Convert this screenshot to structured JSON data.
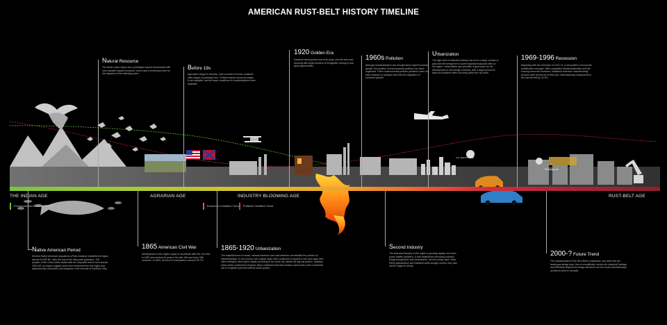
{
  "title": "AMERICAN RUST-BELT HISTORY TIMELINE",
  "ages": {
    "indian": "THE INDIAN AGE",
    "agrarian": "AGRARIAN AGE",
    "industry": "INDUSTRY BLOOMING AGE",
    "rustbelt": "RUST-BELT AGE"
  },
  "legend": {
    "environmental": "Environmental Condition Trend",
    "economic": "Economic Condition Trend",
    "political": "Political Condition Trend"
  },
  "labels": {
    "us_steel": "U.S. Steel Products",
    "westinghouse": "Westinghouse"
  },
  "colors": {
    "band_start": "#7cc43a",
    "band_mid": "#f0a02e",
    "band_end": "#8c1f2e",
    "trend_red": "#c0283a",
    "trend_green": "#5fbf3a"
  },
  "annotations": {
    "natural_resource": {
      "head_initial": "N",
      "head_rest": "atural Resource",
      "desc": "The Great Lakes region has a privileged natural environment with very valuable natural resources, and is also a necessary route for the migration of the following years."
    },
    "before_19s": {
      "head_initial": "B",
      "head_rest": "efore 19s",
      "desc": "Agriculture began to develop, and a number of small, scattered cities began to gradually form. Pristine natural resources began to be exploited, and the basic conditions for industrialization were available."
    },
    "golden_era": {
      "year": "1920",
      "name": " Golden Era",
      "desc": "Industrial development was at its peak, and the area was booming with large numbers of immigrants moving in and good opportunities."
    },
    "pollution": {
      "year": "1960s",
      "name": " Pollution",
      "desc": "Although industrialization has brought about rapid economic growth, the problem of environmental pollution has been neglected. These environmental pollution problems have not been repaired or changed well with the stagnation of economic growth."
    },
    "urbanization": {
      "head_initial": "U",
      "head_rest": "rbanization",
      "desc": "The high level of industrial industry has led to a large number of jobs and the emergence of some important industrial cities in the region. Urbanization also provides a good basis for the development of new design methods, with a large amount of data accumulation often occurring within the city limits."
    },
    "recession": {
      "year": "1969-1996",
      "name": " Recession",
      "desc": "Beginning with the recession of 1970-71, a new pattern of economic stratification emerged. With competitive deindustrialization and the ensuing economic downturn, traditional American manufacturing workers were forced out of their jobs. Manufacturing employment in the rust-belt fell by 32.9%."
    },
    "native_american": {
      "head_initial": "N",
      "head_rest": "ative American Period",
      "desc": "Several Native American populations (Paleo-indians) inhabited the region around 10,000 BC, after the end of the Wisconsin glaciation. The peoples of the Great Lakes traded with the Hopewell culture from around 1000 AD, as copper nuggets have been extracted from the region and fashioned into ornaments and weapons in the mounds of Southern Ohio."
    },
    "civil_war": {
      "year": "1865",
      "name": " American Civil War",
      "desc": "Development in this region began to accelerate after the Civil War in 1865 and reached its peak in the late 19th and early 20th centuries. In 1900, the level of urbanization reached 39.7%."
    },
    "urbanization_1865": {
      "year": "1865-1920",
      "name": " Urbanization",
      "desc": "The establishment of canals, railroad networks and road networks accelerated the process of industrialization. In the process, the original large cities continued to expand in size and many new cities emerged, which grew rapidly according to the small city middle city big city pattern. Spatially, urban areas continued to expand. Many scattered small and medium-sized towns were connected into a complete and well-ordered urban system."
    },
    "second_industry": {
      "head_initial": "S",
      "head_rest": "econd Industry",
      "desc": "The industrial industry in this region is growing rapidly, but it also poses hidden problems. A well-established secondary industry brings brought jobs and urbanization, but also brings labor costs. When globalization and industrial shifts brought shocks, they also set the stage for decay."
    },
    "future": {
      "year": "2000-?",
      "name": " Future Trend",
      "desc": "The transformation of the Rust Belt is imperative, and what role will landscape design play. How to scientifically reclaim the industrial heritage and efficiently dispose the design decisions are the issues that landscape architects need to consider."
    }
  }
}
